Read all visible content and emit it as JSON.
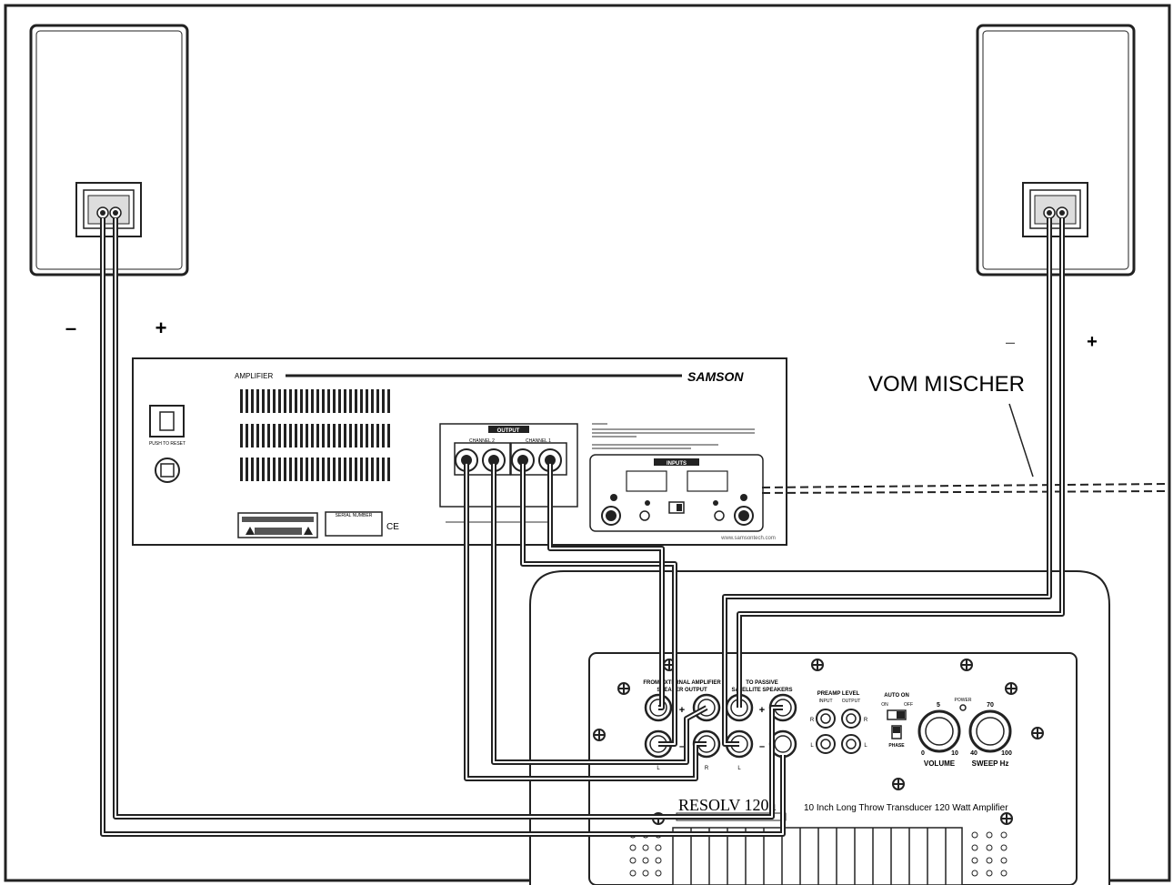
{
  "polarity": {
    "minus": "–",
    "plus": "+"
  },
  "amplifier": {
    "label": "AMPLIFIER",
    "brand": "SAMSON",
    "output_label": "OUTPUT",
    "channel2": "CHANNEL 2",
    "channel1": "CHANNEL 1",
    "inputs_label": "INPUTS",
    "serial_label": "SERIAL NUMBER",
    "push_label": "PUSH TO RESET",
    "website": "www.samsontech.com"
  },
  "mixer_label": "VOM MISCHER",
  "subwoofer": {
    "from_amp": "FROM EXTERNAL AMPLIFIER",
    "speaker_output": "SPEAKER OUTPUT",
    "to_passive": "TO PASSIVE",
    "satellite": "SATELLITE SPEAKERS",
    "preamp_level": "PREAMP LEVEL",
    "input": "INPUT",
    "output": "OUTPUT",
    "auto_on": "AUTO ON",
    "on": "ON",
    "off": "OFF",
    "phase": "PHASE",
    "power": "POWER",
    "volume": "VOLUME",
    "sweep": "SWEEP Hz",
    "vol_min": "0",
    "vol_mid": "5",
    "vol_max": "10",
    "sw_min": "40",
    "sw_mid": "70",
    "sw_max": "100",
    "jack_l": "L",
    "jack_r": "R",
    "model": "RESOLV 120a",
    "subtitle": "ACTIVE SUB WOOFER",
    "description": "10 Inch Long Throw Transducer   120 Watt Amplifier"
  }
}
